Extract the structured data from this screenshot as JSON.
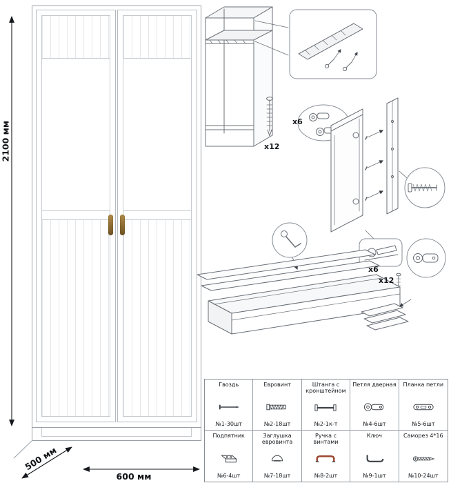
{
  "dimensions": {
    "height": "2100 мм",
    "width": "600 мм",
    "depth": "500 мм"
  },
  "assembly_labels": {
    "top_screws": "x12",
    "upper_hinges": "x6",
    "lower_hinges": "x6",
    "lower_screws": "x12"
  },
  "colors": {
    "line": "#6a7077",
    "callout_stroke": "#878d94",
    "dimension_text": "#101215",
    "handle_brass": "#8a6b35",
    "handle_red": "#9c4632"
  },
  "icons": [
    "nail-icon",
    "euroscrew-icon",
    "rod-bracket-icon",
    "door-hinge-icon",
    "hinge-plate-icon",
    "foot-glide-icon",
    "screw-cap-icon",
    "handle-icon",
    "key-icon",
    "screw-icon"
  ],
  "parts_table": {
    "rows": [
      [
        {
          "name": "Гвоздь",
          "count": "№1-30шт",
          "icon": "nail-icon"
        },
        {
          "name": "Евровинт",
          "count": "№2-18шт",
          "icon": "euroscrew-icon"
        },
        {
          "name": "Штанга с кронштейном",
          "count": "№2-1к-т",
          "icon": "rod-bracket-icon"
        },
        {
          "name": "Петля дверная",
          "count": "№4-6шт",
          "icon": "door-hinge-icon"
        },
        {
          "name": "Планка петли",
          "count": "№5-6шт",
          "icon": "hinge-plate-icon"
        }
      ],
      [
        {
          "name": "Подпятник",
          "count": "№6-4шт",
          "icon": "foot-glide-icon"
        },
        {
          "name": "Заглушка евровинта",
          "count": "№7-18шт",
          "icon": "screw-cap-icon"
        },
        {
          "name": "Ручка с винтами",
          "count": "№8-2шт",
          "icon": "handle-icon"
        },
        {
          "name": "Ключ",
          "count": "№9-1шт",
          "icon": "key-icon"
        },
        {
          "name": "Саморез 4*16",
          "count": "№10-24шт",
          "icon": "screw-icon"
        }
      ]
    ]
  }
}
